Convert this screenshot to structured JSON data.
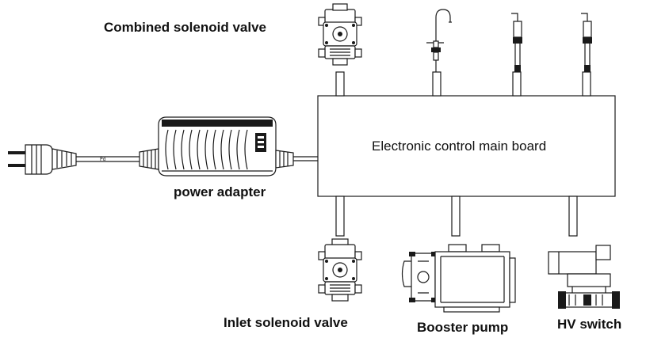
{
  "labels": {
    "combined_valve": "Combined solenoid valve",
    "main_board": "Electronic control main board",
    "power_adapter": "power adapter",
    "inlet_valve": "Inlet solenoid valve",
    "booster_pump": "Booster pump",
    "hv_switch": "HV switch"
  },
  "icons": {
    "plug": "power-plug-icon",
    "adapter": "power-adapter-icon",
    "combined_valve": "solenoid-valve-icon",
    "faucet": "faucet-icon",
    "sensor_a": "probe-sensor-icon",
    "sensor_b": "probe-sensor-icon",
    "inlet_valve": "solenoid-valve-icon",
    "pump": "booster-pump-icon",
    "switch": "pressure-switch-icon"
  }
}
